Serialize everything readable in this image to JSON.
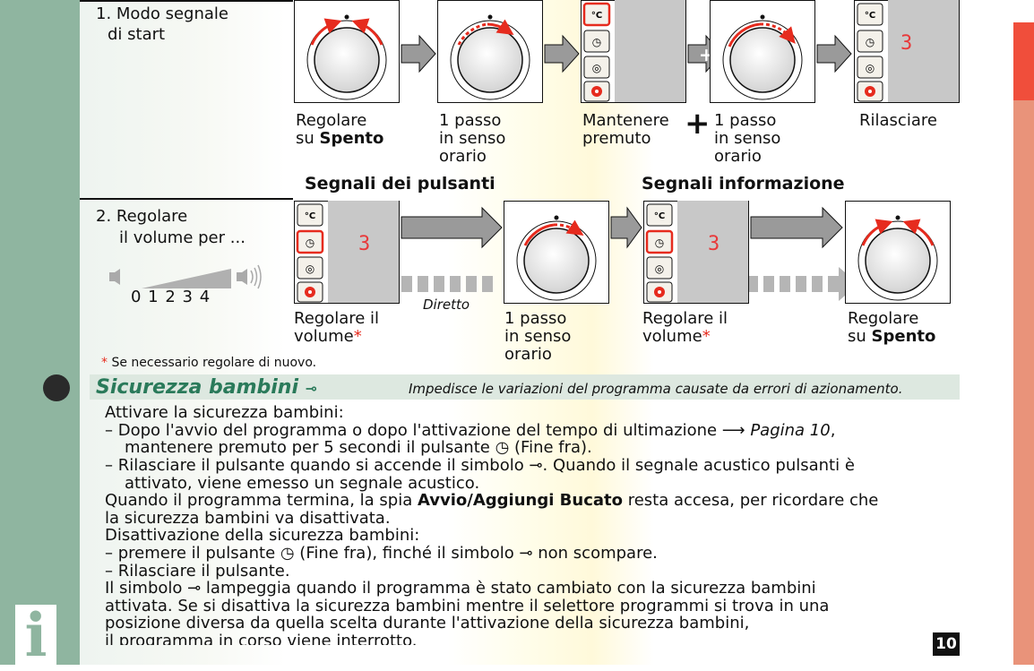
{
  "colors": {
    "sidebar": "#8fb5a0",
    "accent_red": "#e62b1e",
    "right_bar": "#e9937a",
    "right_bar_top": "#f04e3b"
  },
  "step1": {
    "label_line1": "1. Modo segnale",
    "label_line2": "di start",
    "captions": {
      "c1_line1": "Regolare",
      "c1_pre": "su ",
      "c1_bold": "Spento",
      "c2": "1 passo\nin senso\norario",
      "c3": "Mantenere\npremuto",
      "plus": "+",
      "c4": "1 passo\nin senso\norario",
      "c5": "Rilasciare"
    },
    "display_digit": "3"
  },
  "headers": {
    "button_signals": "Segnali dei pulsanti",
    "info_signals": "Segnali informazione"
  },
  "step2": {
    "label_line1": "2. Regolare",
    "label_line2": "il volume per ...",
    "volume_scale": "0 1 2 3 4",
    "direct_label": "Diretto",
    "captions": {
      "c1_line1": "Regolare il",
      "c1_line2": "volume",
      "asterisk": "*",
      "c2": "1 passo\nin senso\norario",
      "c3_line1": "Regolare il",
      "c3_line2": "volume",
      "c4_line1": "Regolare",
      "c4_pre": "su ",
      "c4_bold": "Spento"
    },
    "display_digit": "3"
  },
  "button_labels": {
    "temp": "°C",
    "timer": "◷",
    "spin": "◎",
    "start": "●"
  },
  "footnote": {
    "asterisk": "*",
    "text": "Se necessario regolare di nuovo."
  },
  "section": {
    "title": "Sicurezza bambini",
    "note": "Impedisce le variazioni del programma causate da errori di azionamento."
  },
  "body": {
    "l1": "Attivare la sicurezza bambini:",
    "l2a": "– Dopo l'avvio del programma o dopo l'attivazione del tempo di ultimazione ⟶ ",
    "l2b": "Pagina 10",
    ",": ",",
    "l3": "mantenere premuto per 5 secondi il pulsante ◷ (Fine fra).",
    "l4": "– Rilasciare il pulsante quando si accende il simbolo ⊸. Quando il segnale acustico pulsanti è",
    "l5": "attivato, viene emesso un segnale acustico.",
    "l6a": "Quando il programma termina, la spia ",
    "l6b": "Avvio/Aggiungi Bucato",
    "l6c": " resta accesa, per ricordare che",
    "l7": "la sicurezza bambini va disattivata.",
    "l8": "Disattivazione della sicurezza bambini:",
    "l9": "– premere il pulsante ◷ (Fine fra), finché il simbolo ⊸ non scompare.",
    "l10": "– Rilasciare il pulsante.",
    "l11": "Il simbolo ⊸ lampeggia quando il programma è stato cambiato con la sicurezza bambini",
    "l12": "attivata. Se si disattiva la sicurezza bambini mentre il selettore programmi si trova in una",
    "l13": "posizione diversa da quella scelta durante l'attivazione della sicurezza bambini,",
    "l14": "il programma in corso viene interrotto."
  },
  "page_number": "10"
}
